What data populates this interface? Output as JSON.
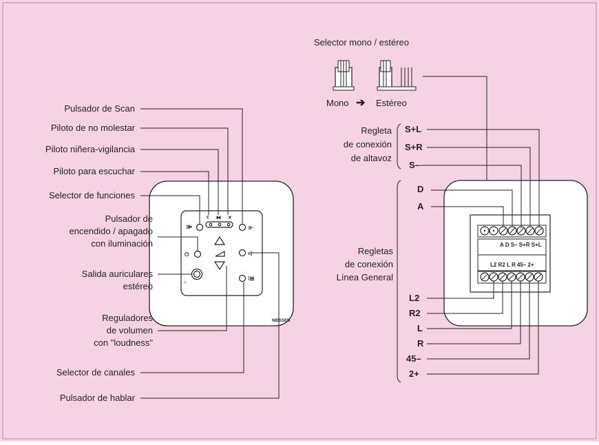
{
  "colors": {
    "background": "#f6d3e4",
    "panel": "#ffffff",
    "ink": "#231f20"
  },
  "left_labels": {
    "scan": "Pulsador de Scan",
    "no_molestar": "Piloto de no molestar",
    "ninera": "Piloto niñera-vigilancia",
    "escuchar": "Piloto para escuchar",
    "selector_funciones": "Selector de funciones",
    "encendido_1": "Pulsador de",
    "encendido_2": "encendido / apagado",
    "encendido_3": "con iluminación",
    "auriculares_1": "Salida auriculares",
    "auriculares_2": "estéreo",
    "reguladores_1": "Reguladores",
    "reguladores_2": "de volumen",
    "reguladores_3": "con \"loudness\"",
    "canales": "Selector de canales",
    "hablar": "Pulsador de hablar"
  },
  "device": {
    "brand": "NIESSEN"
  },
  "selector": {
    "title": "Selector mono / estéreo",
    "mono": "Mono",
    "estereo": "Estéreo"
  },
  "regleta_altavoz": {
    "label_1": "Regleta",
    "label_2": "de conexión",
    "label_3": "de altavoz",
    "terminals": [
      "S+L",
      "S+R",
      "S–"
    ]
  },
  "regletas_linea": {
    "label_1": "Regletas",
    "label_2": "de conexión",
    "label_3": "Línea General",
    "top_terminals": [
      "D",
      "A"
    ],
    "bottom_terminals": [
      "L2",
      "R2",
      "L",
      "R",
      "45–",
      "2+"
    ],
    "strip_top_text": "A D S– S+R S+L",
    "strip_bottom_text": "L2 R2 L R 45– 2+"
  }
}
